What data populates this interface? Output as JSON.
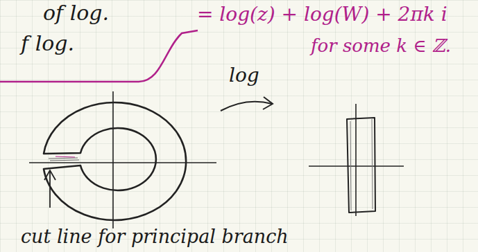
{
  "diagram": {
    "labels": [
      "of log.",
      "f log.",
      "= log(z) + log(W) + 2πk i",
      "for some k ∈ ℤ.",
      "log",
      "cut line for principal branch"
    ]
  }
}
